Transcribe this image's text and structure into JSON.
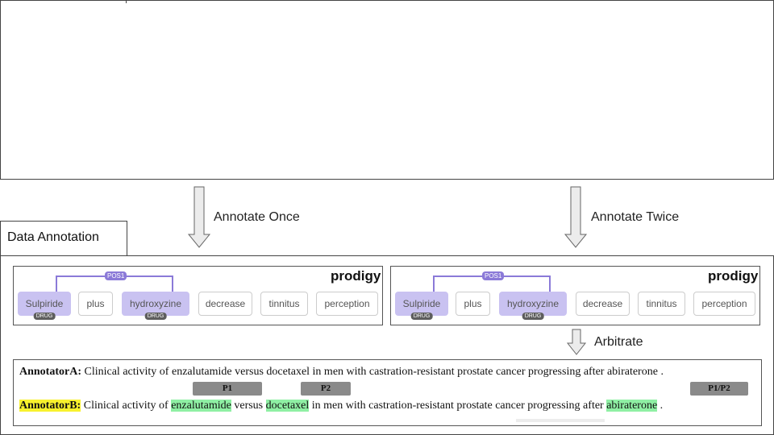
{
  "arrows": {
    "left_label": "Annotate Once",
    "right_label": "Annotate Twice",
    "arbitrate_label": "Arbitrate"
  },
  "section_title": "Data Annotation",
  "prodigy": {
    "brand": "prodigy",
    "relation_label": "POS1",
    "tokens": [
      "Sulpiride",
      "plus",
      "hydroxyzine",
      "decrease",
      "tinnitus",
      "perception"
    ],
    "entity_tag": "DRUG"
  },
  "annotators": {
    "a_label": "AnnotatorA:",
    "b_label": "AnnotatorB:",
    "sentence_start": "Clinical activity of",
    "drug1": "enzalutamide",
    "versus": "versus",
    "drug2": "docetaxel",
    "middle": "in men with castration-resistant prostate cancer progressing after",
    "drug3": "abiraterone",
    "end": ".",
    "tags": [
      "P1",
      "P2",
      "P1/P2"
    ]
  },
  "colors": {
    "entity": "#c9c2f1",
    "relation": "#8b7ad8",
    "highlight_green": "#8ff0a4",
    "highlight_yellow": "#f8f22e"
  }
}
